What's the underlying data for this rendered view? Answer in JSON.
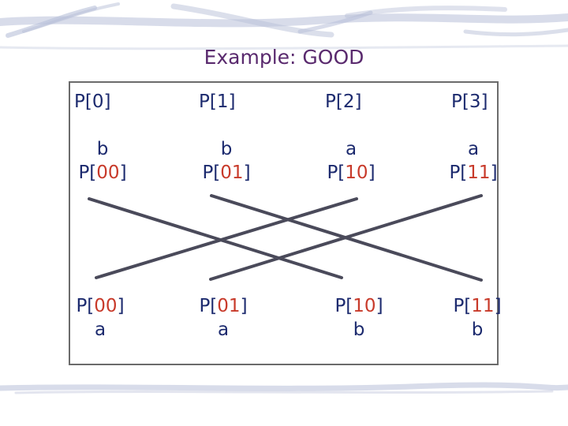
{
  "title": "Example: GOOD",
  "headers": [
    "P[0]",
    "P[1]",
    "P[2]",
    "P[3]"
  ],
  "sources": [
    {
      "letter": "b",
      "prefix": "P[",
      "index": "00",
      "suffix": "]"
    },
    {
      "letter": "b",
      "prefix": "P[",
      "index": "01",
      "suffix": "]"
    },
    {
      "letter": "a",
      "prefix": "P[",
      "index": "10",
      "suffix": "]"
    },
    {
      "letter": "a",
      "prefix": "P[",
      "index": "11",
      "suffix": "]"
    }
  ],
  "destinations": [
    {
      "prefix": "P[",
      "index": "00",
      "suffix": "]",
      "letter": "a"
    },
    {
      "prefix": "P[",
      "index": "01",
      "suffix": "]",
      "letter": "a"
    },
    {
      "prefix": "P[",
      "index": "10",
      "suffix": "]",
      "letter": "b"
    },
    {
      "prefix": "P[",
      "index": "11",
      "suffix": "]",
      "letter": "b"
    }
  ],
  "connections": [
    [
      0,
      2
    ],
    [
      1,
      3
    ],
    [
      2,
      0
    ],
    [
      3,
      1
    ]
  ],
  "colors": {
    "title": "#5a2a6e",
    "label": "#1c2a6e",
    "index": "#c83a2a",
    "line": "#4a4a5a",
    "frame": "#6b6b6b",
    "band": "#b8bfd8"
  }
}
